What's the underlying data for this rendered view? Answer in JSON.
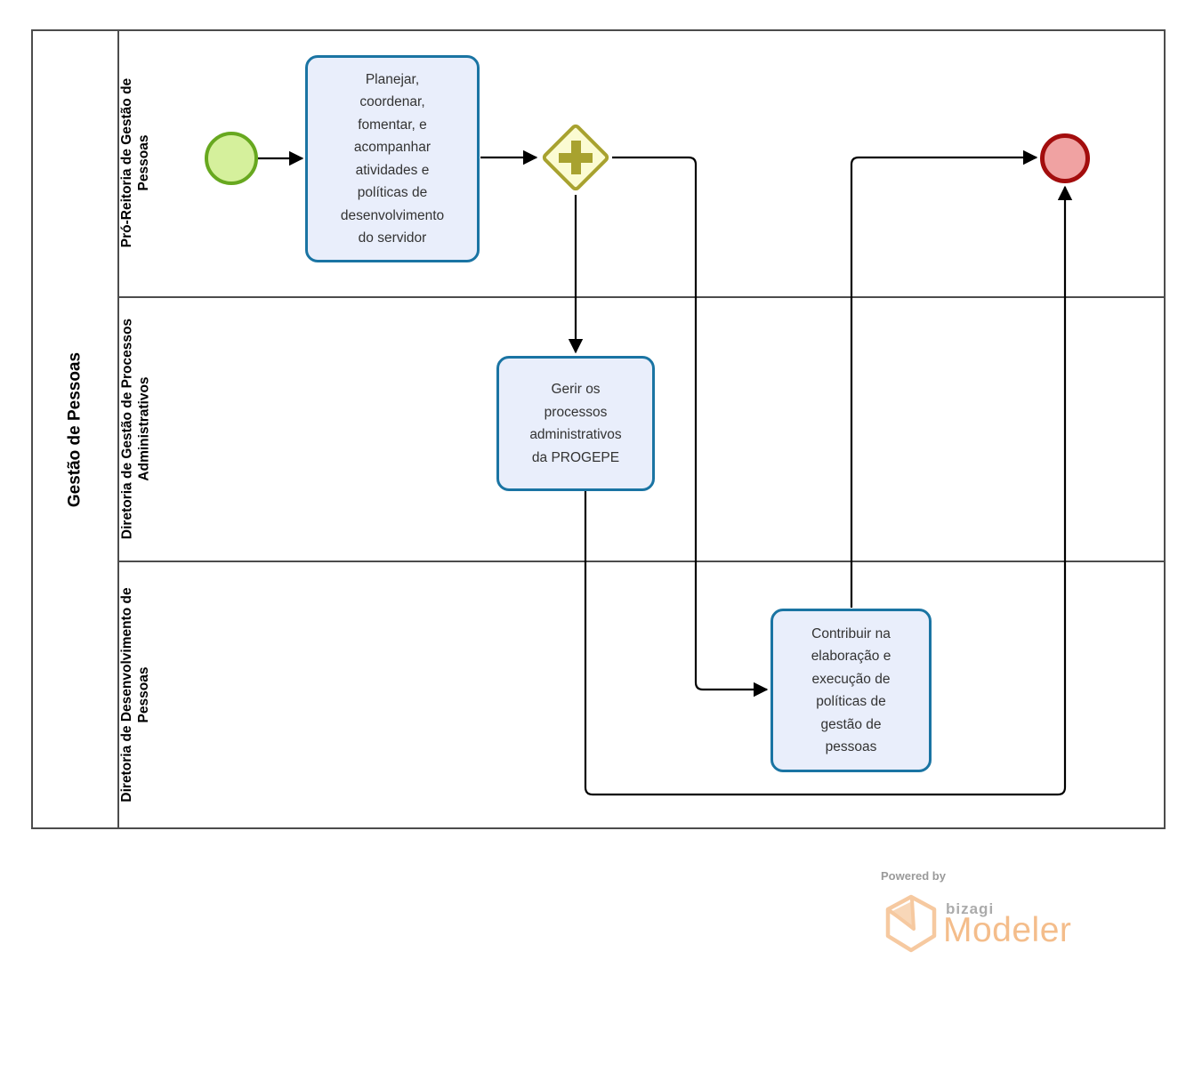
{
  "pool": {
    "label": "Gestão de Pessoas"
  },
  "lanes": [
    {
      "label": "Pró-Reitoria de Gestão de Pessoas"
    },
    {
      "label": "Diretoria de Gestão de Processos Administrativos"
    },
    {
      "label": "Diretoria de Desenvolvimento de Pessoas"
    }
  ],
  "tasks": [
    {
      "label": "Planejar, coordenar, fomentar, e acompanhar atividades e políticas de desenvolvimento do servidor"
    },
    {
      "label": "Gerir os processos administrativos da PROGEPE"
    },
    {
      "label": "Contribuir na elaboração e execução de políticas de gestão de pessoas"
    }
  ],
  "events": {
    "start": {
      "type": "start-event"
    },
    "end": {
      "type": "end-event"
    }
  },
  "gateway": {
    "type": "parallel-gateway",
    "icon": "plus"
  },
  "footer": {
    "powered_by": "Powered by",
    "brand": "bizagi",
    "product": "Modeler"
  },
  "colors": {
    "pool-border": "#4c4c4c",
    "task-border": "#1a74a3",
    "task-fill": "#e9eefb",
    "gateway-border": "#a8a22f",
    "gateway-fill": "#fbfbd2",
    "start-border": "#67a81f",
    "start-fill": "#d5f09c",
    "end-border": "#a30d0d",
    "end-fill": "#f0a2a2",
    "flow-line": "#000000",
    "brand-orange": "#f4bd8b",
    "gray-text": "#9a9a9a"
  }
}
